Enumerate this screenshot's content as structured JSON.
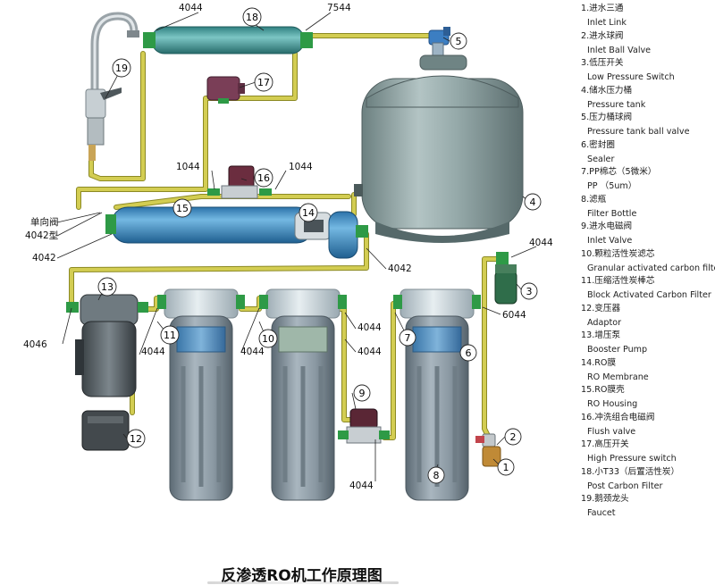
{
  "title": "反渗透RO机工作原理图",
  "legend": [
    {
      "zh": "1.进水三通",
      "en": "Inlet Link"
    },
    {
      "zh": "2.进水球阀",
      "en": "Inlet Ball Valve"
    },
    {
      "zh": "3.低压开关",
      "en": "Low Pressure Switch"
    },
    {
      "zh": "4.储水压力桶",
      "en": "Pressure  tank"
    },
    {
      "zh": "5.压力桶球阀",
      "en": "Pressure  tank  ball valve"
    },
    {
      "zh": "6.密封圈",
      "en": "Sealer"
    },
    {
      "zh": "7.PP棉芯（5微米）",
      "en": "PP  （5um）"
    },
    {
      "zh": "8.滤瓶",
      "en": "Filter Bottle"
    },
    {
      "zh": "9.进水电磁阀",
      "en": "Inlet Valve"
    },
    {
      "zh": "10.颗粒活性炭滤芯",
      "en": "Granular activated carbon filter"
    },
    {
      "zh": "11.压缩活性炭棒芯",
      "en": "Block Activated Carbon Filter"
    },
    {
      "zh": "12.变压器",
      "en": "Adaptor"
    },
    {
      "zh": "13.增压泵",
      "en": "Booster Pump"
    },
    {
      "zh": "14.RO膜",
      "en": "RO Membrane"
    },
    {
      "zh": "15.RO膜壳",
      "en": "RO Housing"
    },
    {
      "zh": "16.冲洗组合电磁阀",
      "en": "Flush valve"
    },
    {
      "zh": "17.高压开关",
      "en": "High Pressure switch"
    },
    {
      "zh": "18.小T33（后置活性炭）",
      "en": "Post Carbon Filter"
    },
    {
      "zh": "19.鹅颈龙头",
      "en": "Faucet"
    }
  ],
  "fitting_labels": {
    "top_left": "4044",
    "top_right": "7544",
    "flush_left": "1044",
    "flush_right": "1044",
    "check_valve": "单向阀",
    "check_valve_model": "4042型",
    "housing_inlet": "4042",
    "membrane_outlet": "4042",
    "low_pressure_top": "4044",
    "low_pressure_bottom": "6044",
    "pump_inlet": "4046",
    "stage2_left": "4044",
    "stage2_right": "4044",
    "stage1_top": "4044",
    "stage1_mid": "4044",
    "inlet_valve": "4044"
  },
  "callouts": [
    "1",
    "2",
    "3",
    "4",
    "5",
    "6",
    "7",
    "8",
    "9",
    "10",
    "11",
    "12",
    "13",
    "14",
    "15",
    "16",
    "17",
    "18",
    "19"
  ],
  "colors": {
    "pipe": "#c9c44a",
    "pipe_edge": "#8c8a24",
    "fitting": "#33a04a",
    "tank": "#8a9e9e",
    "housing": "#7f8d98",
    "cap": "#c4d0d6",
    "ro_tube": "#3f8fc8",
    "post_filter": "#4aa0a0",
    "solenoid": "#6b3a4a"
  }
}
